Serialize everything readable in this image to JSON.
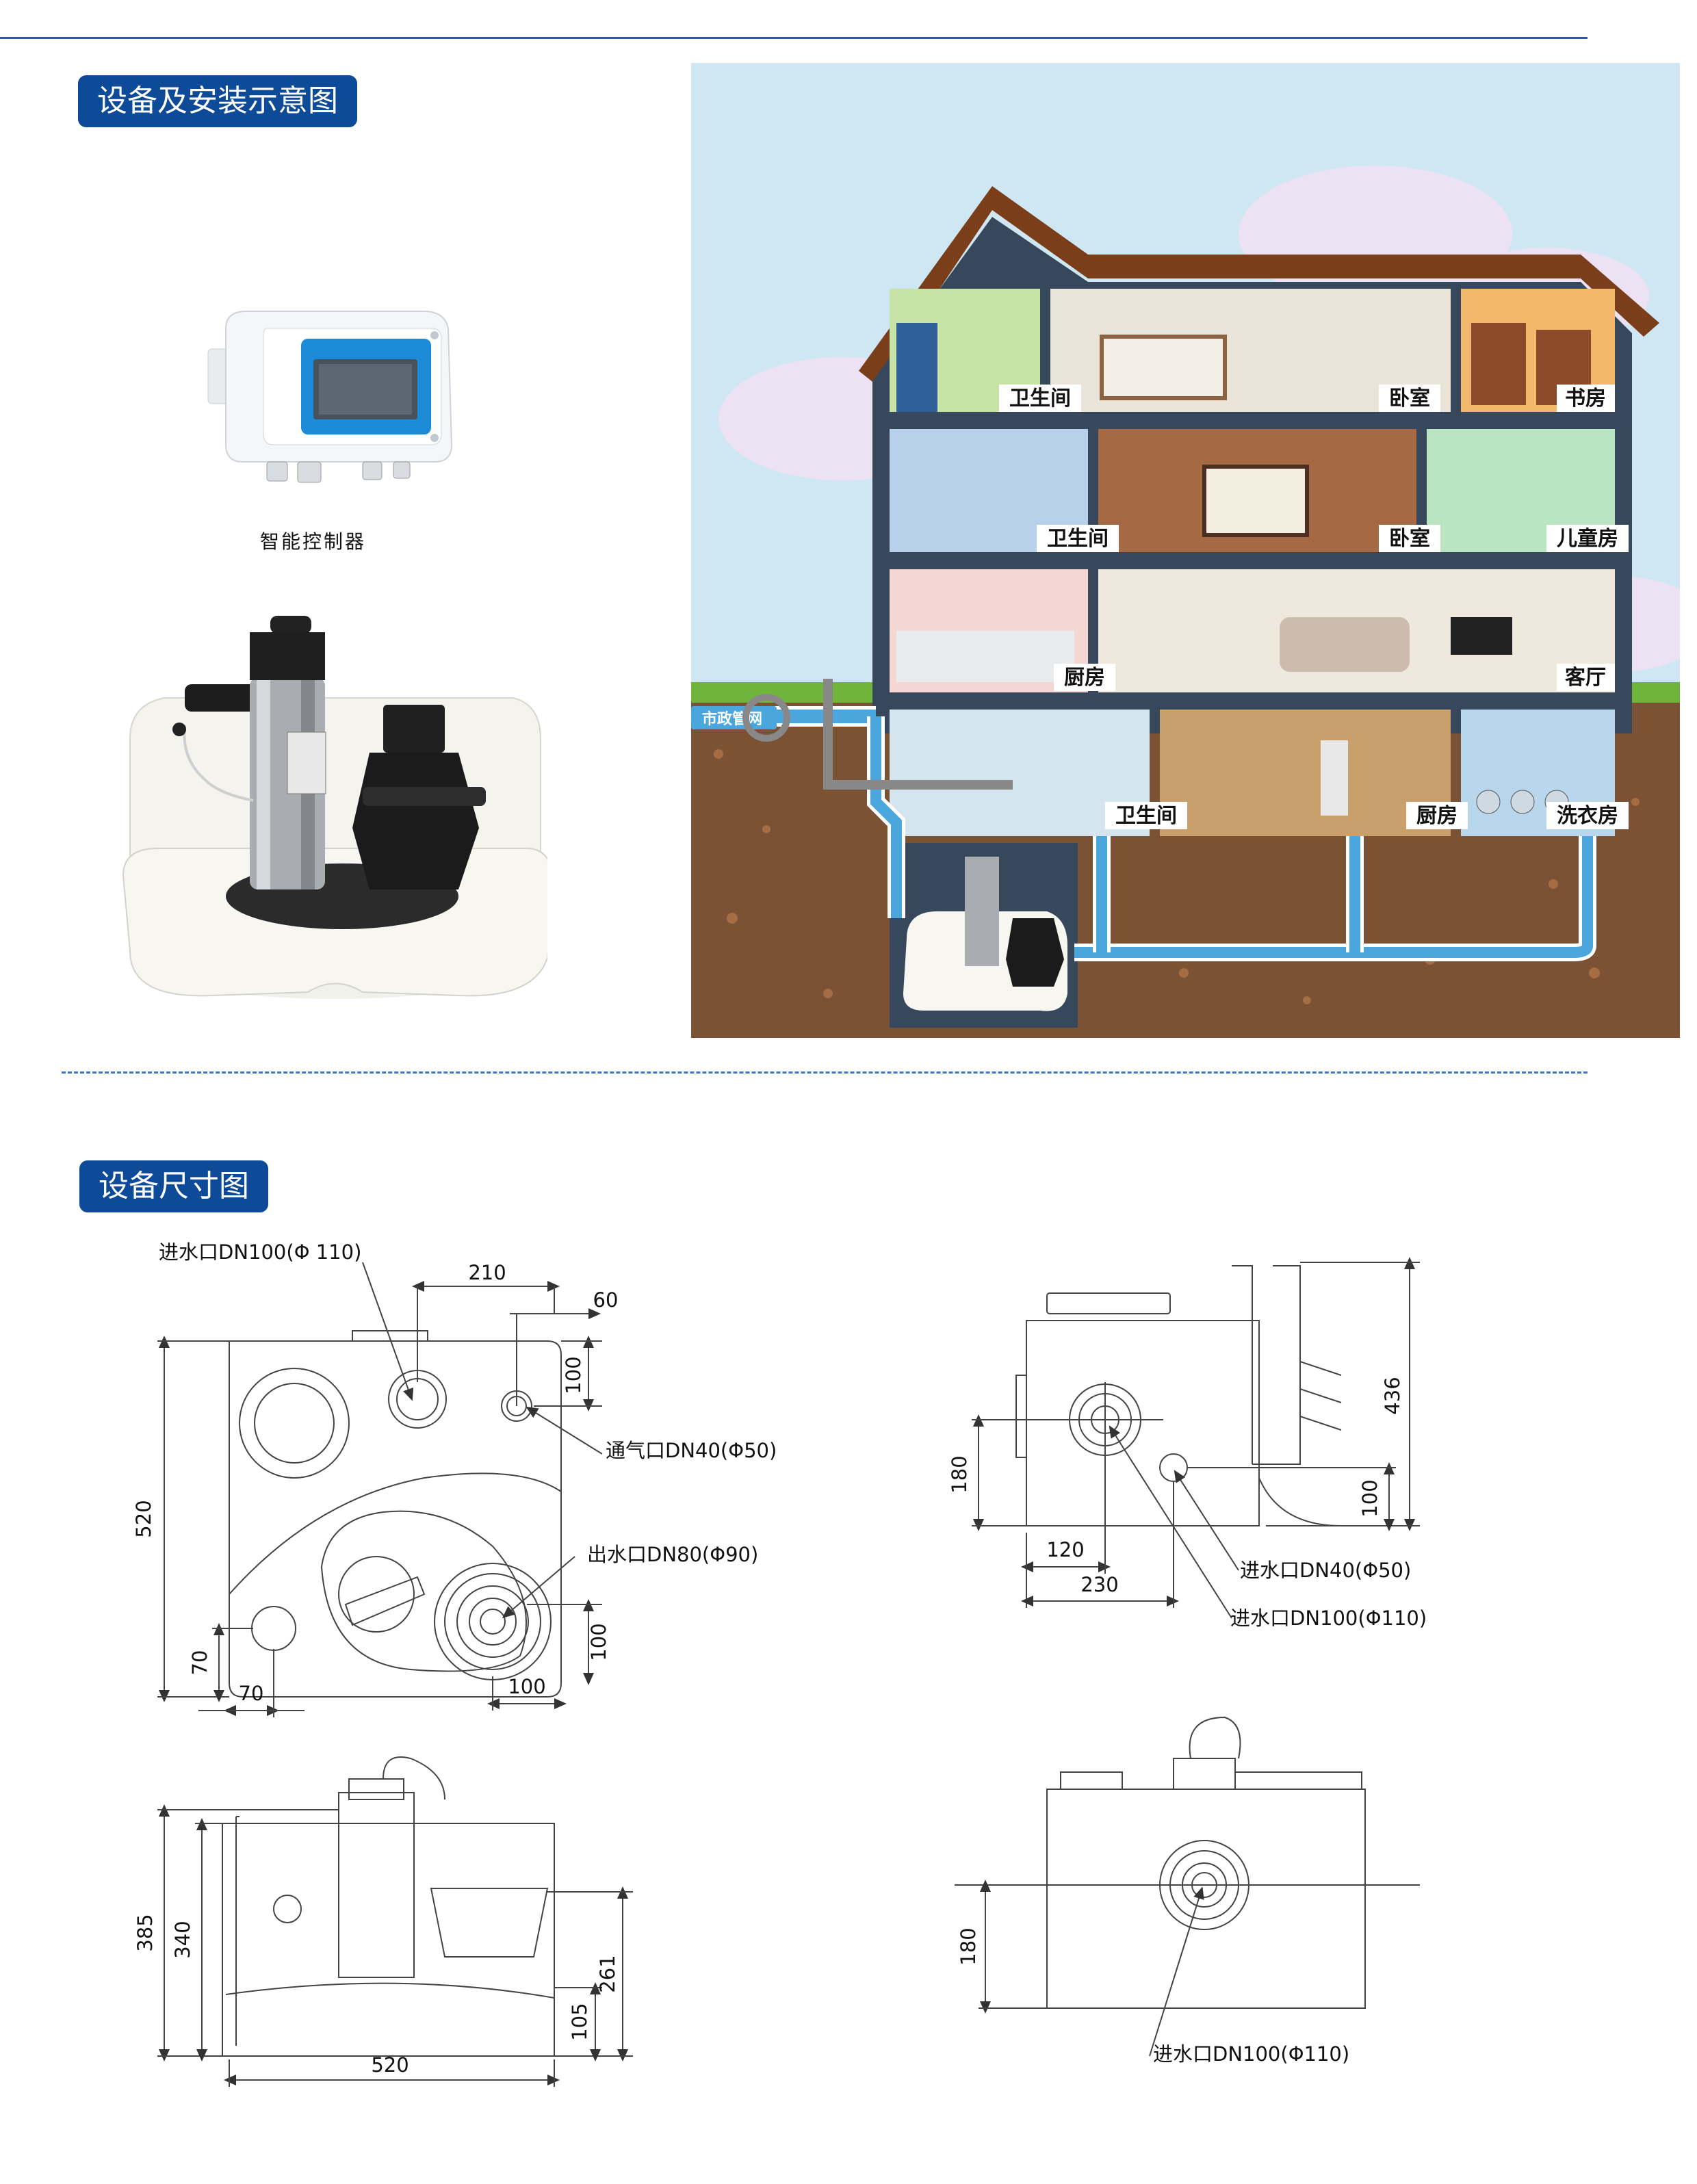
{
  "sections": {
    "install_title": "设备及安装示意图",
    "size_title": "设备尺寸图"
  },
  "controller": {
    "caption": "智能控制器"
  },
  "scene": {
    "rooms": {
      "bath_top": "卫生间",
      "bedroom_top": "卧室",
      "study": "书房",
      "bath_mid": "卫生间",
      "bedroom_mid": "卧室",
      "kids_room": "儿童房",
      "kitchen_mid": "厨房",
      "living_room": "客厅",
      "bath_base": "卫生间",
      "kitchen_base": "厨房",
      "laundry": "洗衣房"
    },
    "municipal_label": "市政管网"
  },
  "drawings": {
    "top_view": {
      "inlet_label": "进水口DN100(Φ 110)",
      "vent_label": "通气口DN40(Φ50)",
      "outlet_label": "出水口DN80(Φ90)",
      "d_210": "210",
      "d_60": "60",
      "d_100a": "100",
      "d_520": "520",
      "d_70v": "70",
      "d_70h": "70",
      "d_100b": "100",
      "d_100c": "100"
    },
    "side_view": {
      "inlet_small_label": "进水口DN40(Φ50)",
      "inlet_large_label": "进水口DN100(Φ110)",
      "d_436": "436",
      "d_180": "180",
      "d_100": "100",
      "d_120": "120",
      "d_230": "230"
    },
    "front_view": {
      "d_385": "385",
      "d_340": "340",
      "d_261": "261",
      "d_105": "105",
      "d_520": "520"
    },
    "back_view": {
      "inlet_label": "进水口DN100(Φ110)",
      "d_180": "180"
    }
  }
}
